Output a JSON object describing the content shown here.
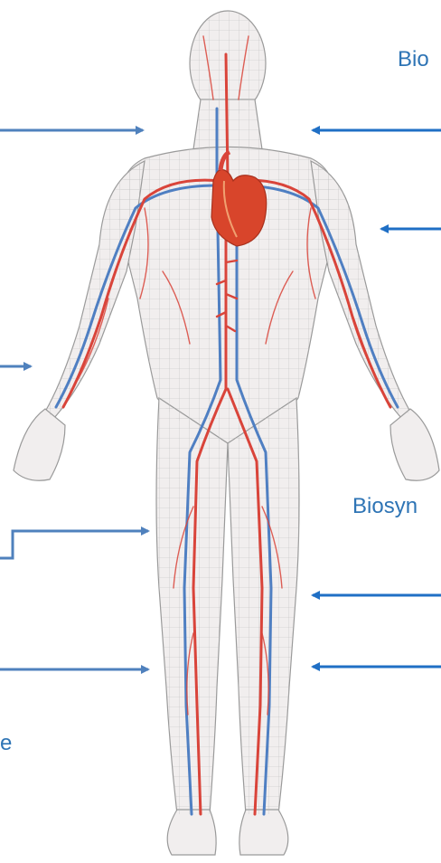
{
  "labels": {
    "top_right": "Bio",
    "mid_right": "Biosyn",
    "bottom_left": "e"
  },
  "colors": {
    "label_text": "#2e74b5",
    "arrow_left": "#4f81bd",
    "arrow_right": "#1f6fc5",
    "skin": "#f1eeee",
    "mesh": "#b9b9b9",
    "artery": "#d9443a",
    "vein": "#4f7fc2",
    "heart": "#d8452b"
  },
  "icons": [
    "arrow-right-icon",
    "arrow-left-icon",
    "heart-icon",
    "human-figure-icon"
  ]
}
